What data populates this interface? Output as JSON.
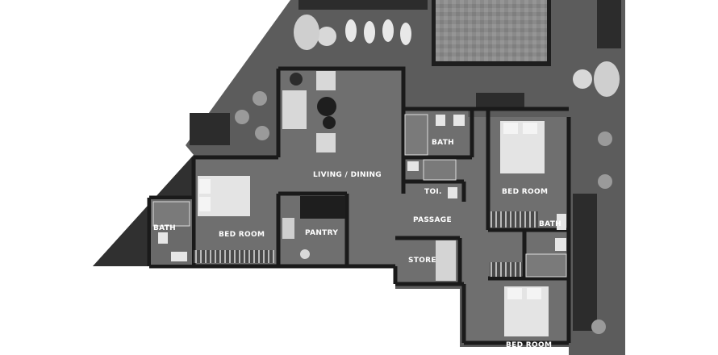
{
  "plan": {
    "rooms": {
      "living_dining": "LIVING / DINING",
      "bath_1": "BATH",
      "bed_room_left": "BED ROOM",
      "pantry": "PANTRY",
      "bath_top": "BATH",
      "toi": "TOI.",
      "bed_room_right": "BED ROOM",
      "passage": "PASSAGE",
      "bath_right": "BATH",
      "store": "STORE",
      "bed_room_bottom": "BED ROOM"
    },
    "colors": {
      "terrace": "#5a5a5a",
      "floor": "#6e6e6e",
      "wall": "#1b1b1b",
      "pool": "#8c8c8c",
      "furniture": "#d8d8d8",
      "greenery": "#2e2e2e"
    }
  }
}
